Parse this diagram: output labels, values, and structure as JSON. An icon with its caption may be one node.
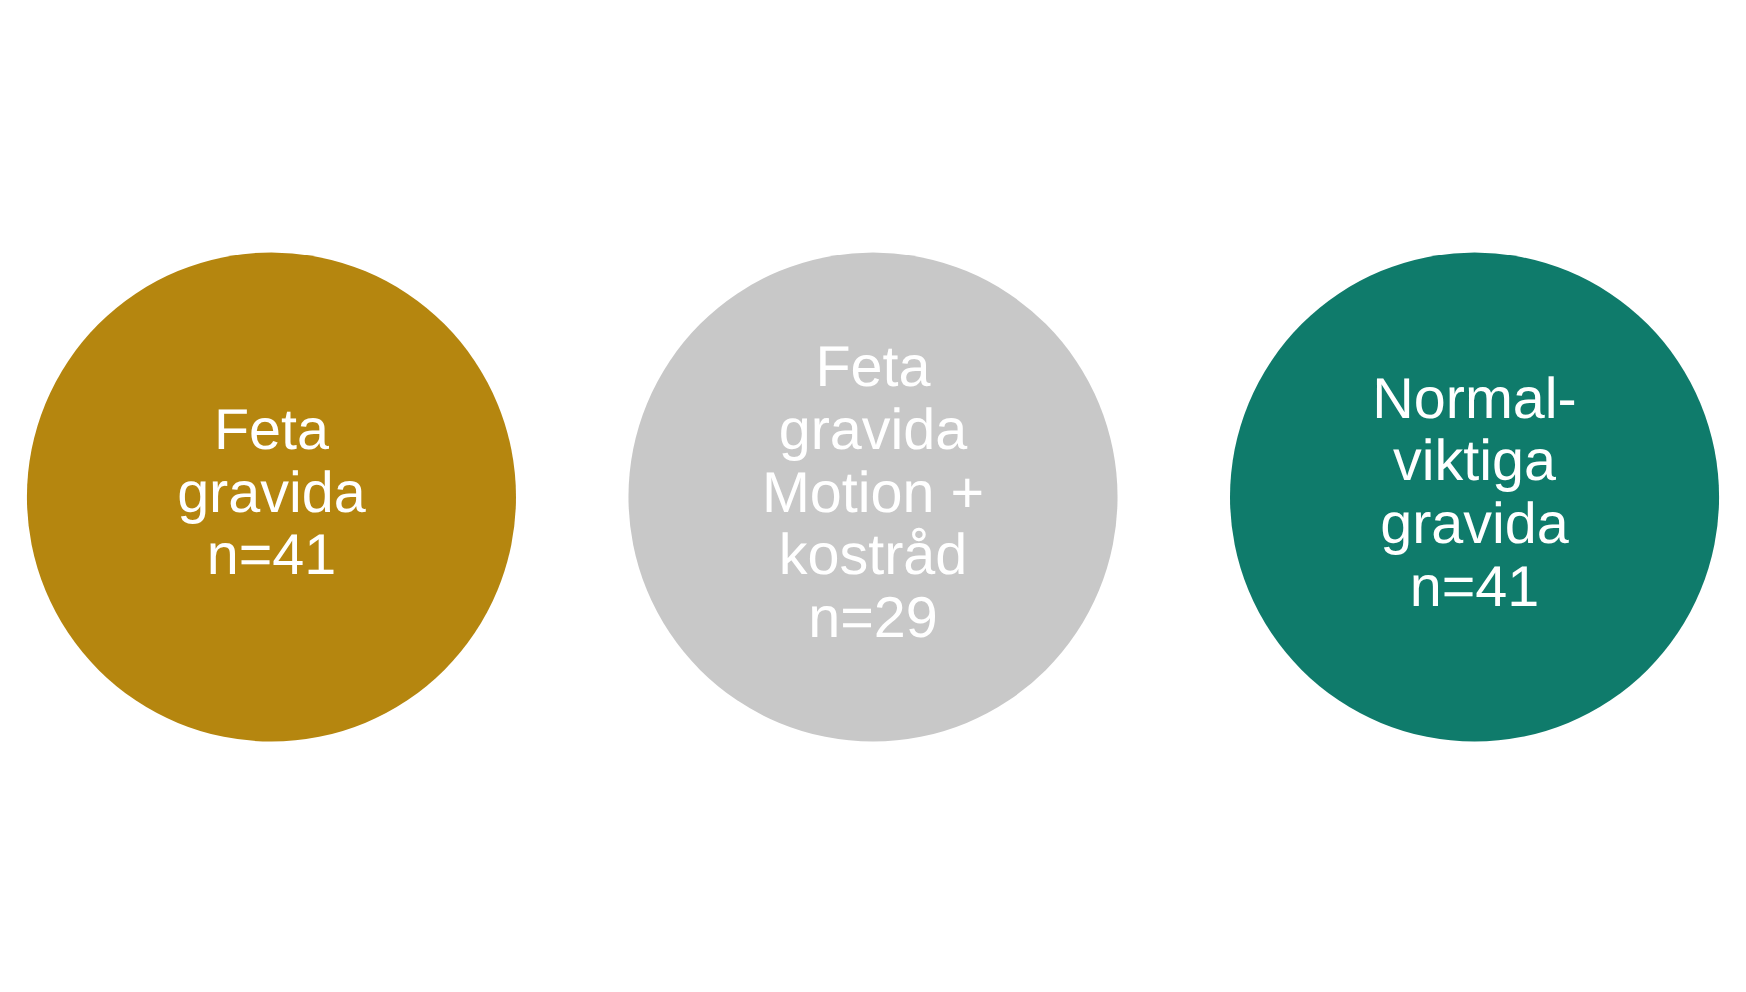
{
  "diagram": {
    "nodes": [
      {
        "text": [
          "Feta gravida n=41"
        ]
      },
      {
        "text": [
          "Feta gravida Motion + kostråd n=29"
        ]
      },
      {
        "text": [
          "Normal-viktiga gravida n=41"
        ]
      }
    ],
    "edges": []
  }
}
